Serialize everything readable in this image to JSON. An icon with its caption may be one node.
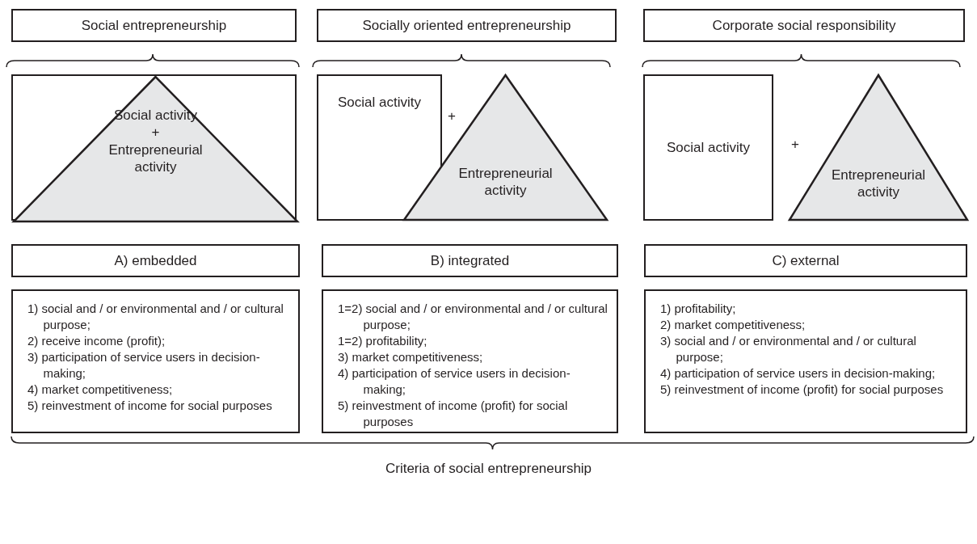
{
  "diagram": {
    "caption": "Criteria of social entrepreneurship",
    "nodes": [
      {
        "text": [
          "Social entrepreneurship"
        ]
      },
      {
        "text": [
          "Socially oriented entrepreneurship"
        ]
      },
      {
        "text": [
          "Corporate social responsibility"
        ]
      },
      {
        "text": [],
        "shape": "box"
      },
      {
        "text": [
          "Social activity",
          "+",
          "Entrepreneurial activity"
        ],
        "in": 3
      },
      {
        "text": [
          "Social activity"
        ]
      },
      {
        "text": [
          "Entrepreneurial activity"
        ]
      },
      {
        "text": [
          "Social activity"
        ]
      },
      {
        "text": [
          "Entrepreneurial activity"
        ]
      },
      {
        "text": [
          "A) embedded"
        ]
      },
      {
        "text": [
          "B) integrated"
        ]
      },
      {
        "text": [
          "C) external"
        ]
      },
      {
        "text": [
          "1) social and / or environmental and / or cultural purpose;",
          "2) receive income (profit);",
          "3) participation of service users in decision-making;",
          "4) market competitiveness;",
          "5) reinvestment of income for social purposes"
        ]
      },
      {
        "text": [
          "1=2) social and / or environmental and / or cultural purpose;",
          "1=2) profitability;",
          "3) market competitiveness;",
          "4) participation of service users in decision-making;",
          "5) reinvestment of income (profit) for social purposes"
        ]
      },
      {
        "text": [
          "1) profitability;",
          "2) market competitiveness;",
          "3) social and / or environmental and / or cultural purpose;",
          "4) participation of service users in decision-making;",
          "5) reinvestment of income (profit) for social purposes"
        ]
      }
    ],
    "labels": [
      "+",
      "+"
    ]
  }
}
